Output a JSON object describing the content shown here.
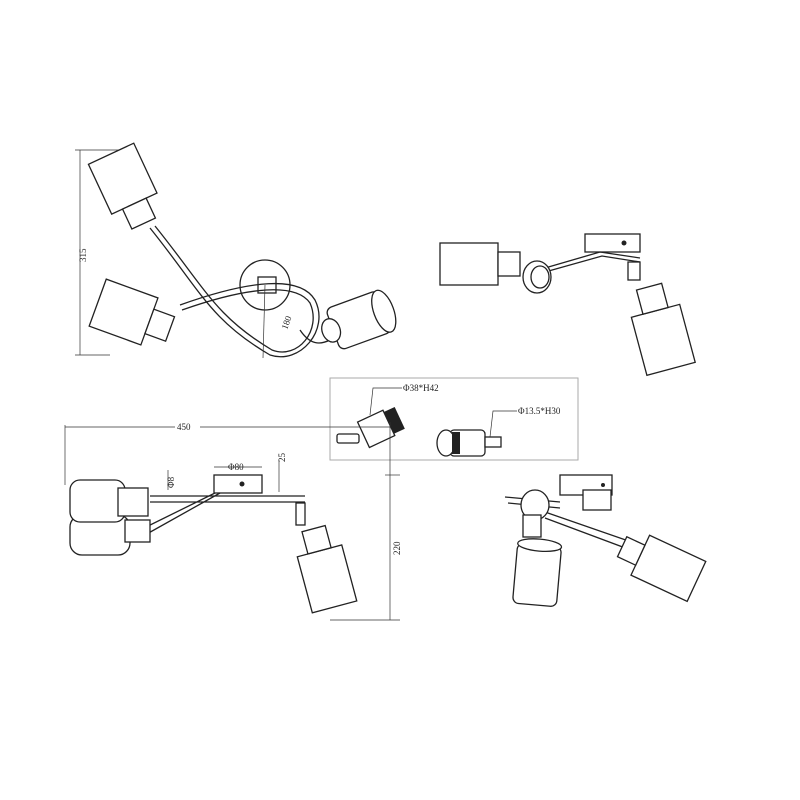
{
  "front_view": {
    "height_label": "315",
    "radius_label": "180"
  },
  "side_view": {
    "width_label": "450",
    "base_diameter_label": "Φ80",
    "base_height_label": "25",
    "arm_diameter_label": "Φ8",
    "height_label": "220"
  },
  "detail_inset": {
    "shade_label": "Φ38*H42",
    "socket_label": "Φ13.5*H30"
  }
}
